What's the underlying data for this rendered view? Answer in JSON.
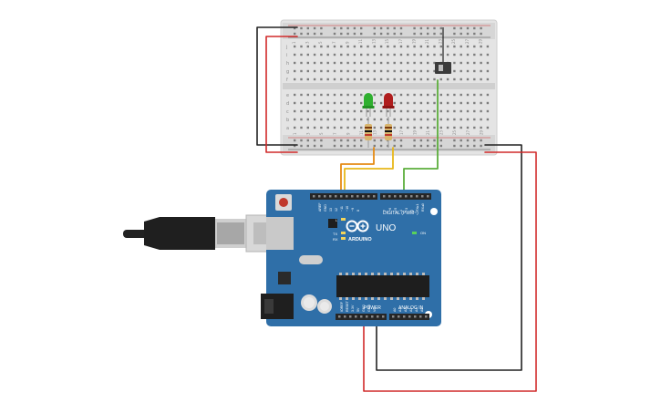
{
  "board": {
    "brand": "ARDUINO",
    "model": "UNO",
    "digital_label": "DIGITAL (PWM~)",
    "power_label": "POWER",
    "analog_label": "ANALOG IN",
    "on_label": "ON",
    "l_label": "L",
    "tx_label": "TX",
    "rx_label": "RX",
    "aref_label": "AREF",
    "gnd_label": "GND",
    "pin13": "13",
    "pin12": "12",
    "pin11": "~11",
    "pin10": "~10",
    "pin9": "~9",
    "pin8": "8",
    "pin7": "7",
    "pin6": "~6",
    "pin5": "~5",
    "pin4": "4",
    "pin3": "~3",
    "pin2": "2",
    "pin1": "TX▸1",
    "pin0": "RX◂0",
    "ioref": "IOREF",
    "reset": "RESET",
    "v33": "3.3V",
    "v5": "5V",
    "gnd1": "GND",
    "gnd2": "GND",
    "vin": "Vin",
    "a0": "A0",
    "a1": "A1",
    "a2": "A2",
    "a3": "A3",
    "a4": "A4",
    "a5": "A5"
  },
  "breadboard": {
    "rows_top": [
      "j",
      "i",
      "h",
      "g",
      "f"
    ],
    "rows_bottom": [
      "e",
      "d",
      "c",
      "b",
      "a"
    ],
    "col_labels": [
      "1",
      "3",
      "5",
      "7",
      "9",
      "11",
      "13",
      "15",
      "17",
      "19",
      "21",
      "23",
      "25",
      "27",
      "29"
    ]
  },
  "colors": {
    "board": "#2f6fa8",
    "header": "#262626",
    "wire_red": "#d12a2a",
    "wire_black": "#222222",
    "wire_orange": "#e58a13",
    "wire_yellow": "#e8b81a",
    "wire_green": "#5cae3c",
    "led_green": "#2fb02f",
    "led_red": "#b01d1d"
  }
}
